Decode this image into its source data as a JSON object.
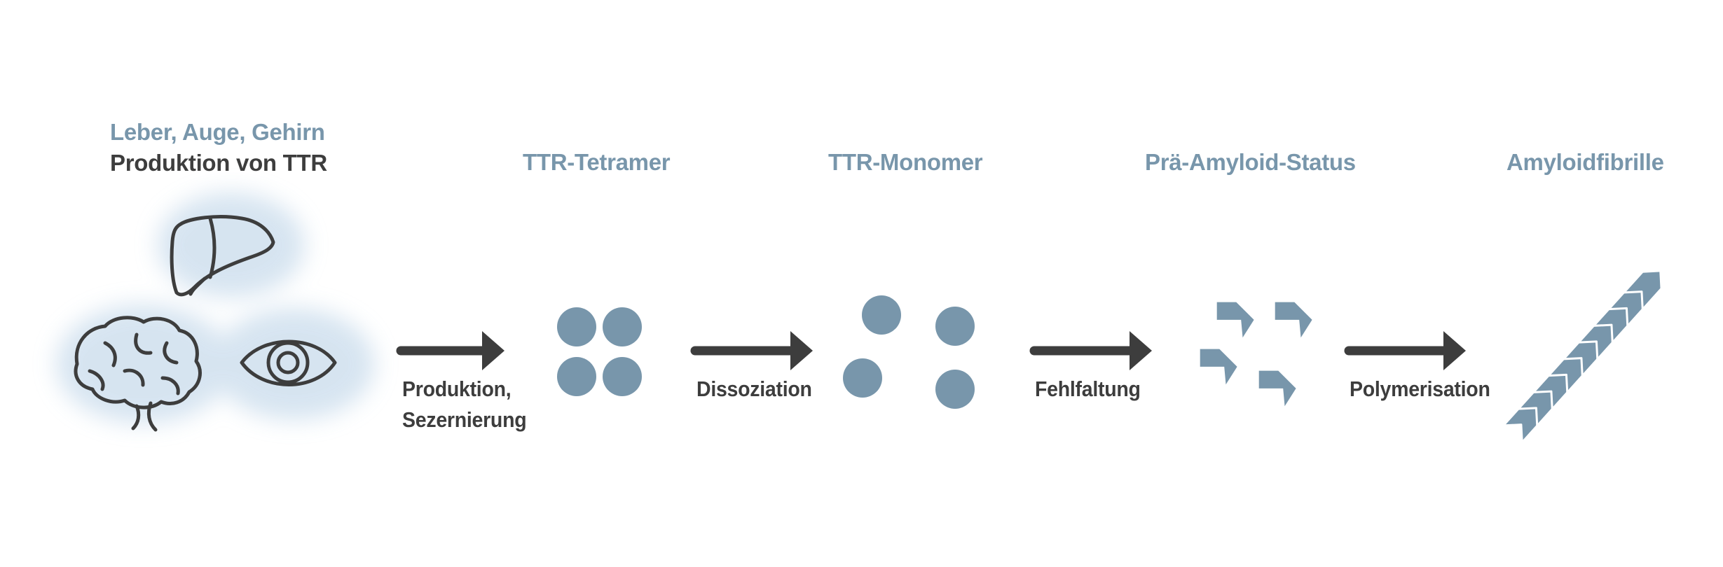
{
  "source": {
    "organs_label": "Leber, Auge, Gehirn",
    "production_label": "Produktion von TTR"
  },
  "stages": [
    {
      "id": "tetramer",
      "label": "TTR-Tetramer"
    },
    {
      "id": "monomer",
      "label": "TTR-Monomer"
    },
    {
      "id": "preamyloid",
      "label": "Prä-Amyloid-Status"
    },
    {
      "id": "fibril",
      "label": "Amyloidfibrille"
    }
  ],
  "transitions": [
    {
      "id": "production",
      "lines": [
        "Produktion,",
        "Sezernierung"
      ]
    },
    {
      "id": "dissociation",
      "lines": [
        "Dissoziation"
      ]
    },
    {
      "id": "misfolding",
      "lines": [
        "Fehlfaltung"
      ]
    },
    {
      "id": "polymerisation",
      "lines": [
        "Polymerisation"
      ]
    }
  ],
  "icons": [
    "liver-icon",
    "brain-icon",
    "eye-icon"
  ],
  "colors": {
    "accent": "#7896ab",
    "text": "#3d3d3d",
    "arrow": "#3d3d3d",
    "watercolor": "#c9dcec"
  }
}
